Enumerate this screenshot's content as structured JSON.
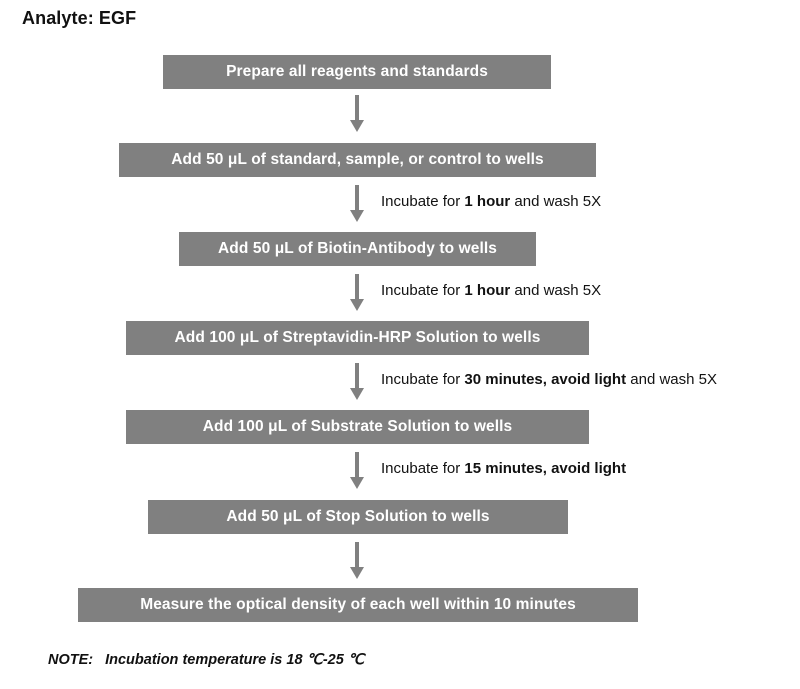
{
  "title": "Analyte: EGF",
  "colors": {
    "box_fill": "#808080",
    "box_text": "#ffffff",
    "arrow": "#808080",
    "page_background": "#ffffff",
    "body_text": "#111111"
  },
  "flowchart": {
    "type": "flowchart",
    "orientation": "vertical",
    "steps": [
      {
        "id": "step-1",
        "label": "Prepare all reagents and standards"
      },
      {
        "id": "step-2",
        "label": "Add 50 μL of standard, sample, or control to wells"
      },
      {
        "id": "step-3",
        "label": "Add 50 μL of Biotin-Antibody to wells"
      },
      {
        "id": "step-4",
        "label": "Add 100 μL of Streptavidin-HRP Solution to wells"
      },
      {
        "id": "step-5",
        "label": "Add 100 μL of Substrate Solution to wells"
      },
      {
        "id": "step-6",
        "label": "Add 50 μL of Stop Solution to wells"
      },
      {
        "id": "step-7",
        "label": "Measure the optical density of each well within 10 minutes"
      }
    ],
    "connectors": [
      {
        "id": "arrow-1",
        "from": "step-1",
        "to": "step-2",
        "annotation": null
      },
      {
        "id": "arrow-2",
        "from": "step-2",
        "to": "step-3",
        "annotation": {
          "prefix": "Incubate for ",
          "emphasis": "1 hour",
          "suffix": " and wash 5X"
        }
      },
      {
        "id": "arrow-3",
        "from": "step-3",
        "to": "step-4",
        "annotation": {
          "prefix": "Incubate for ",
          "emphasis": "1 hour",
          "suffix": " and wash 5X"
        }
      },
      {
        "id": "arrow-4",
        "from": "step-4",
        "to": "step-5",
        "annotation": {
          "prefix": "Incubate for ",
          "emphasis": "30 minutes, avoid light",
          "suffix": " and wash 5X"
        }
      },
      {
        "id": "arrow-5",
        "from": "step-5",
        "to": "step-6",
        "annotation": {
          "prefix": "Incubate for ",
          "emphasis": "15 minutes, avoid light",
          "suffix": ""
        }
      },
      {
        "id": "arrow-6",
        "from": "step-6",
        "to": "step-7",
        "annotation": null
      }
    ]
  },
  "note": {
    "label": "NOTE:",
    "text": "Incubation temperature is 18 ℃-25 ℃"
  }
}
